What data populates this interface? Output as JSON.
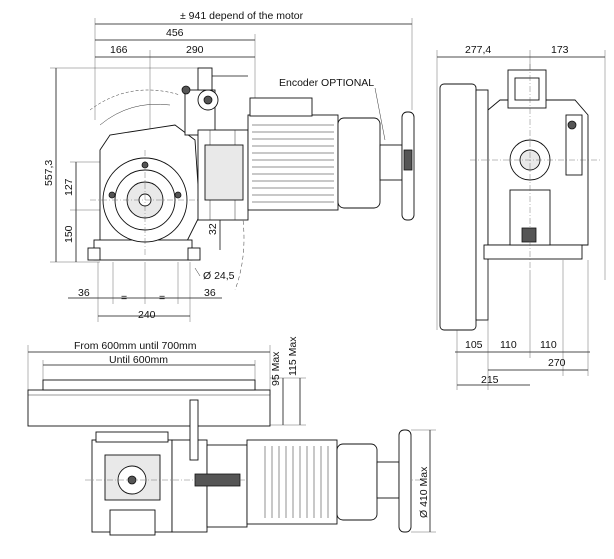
{
  "dimensions": {
    "overall_length": "± 941 depend of the motor",
    "width_456": "456",
    "width_166": "166",
    "width_290": "290",
    "height_557": "557,3",
    "height_127": "127",
    "height_150": "150",
    "height_32": "32",
    "shaft_dia": "Ø 24,5",
    "base_36_left": "36",
    "base_eq_1": "=",
    "base_eq_2": "=",
    "base_36_right": "36",
    "base_240": "240",
    "side_277": "277,4",
    "side_173": "173",
    "side_105": "105",
    "side_110_a": "110",
    "side_110_b": "110",
    "side_270": "270",
    "side_215": "215",
    "drum_range": "From 600mm until 700mm",
    "drum_until": "Until 600mm",
    "max_95": "95 Max",
    "max_115": "115 Max",
    "wheel_dia": "Ø 410 Max"
  },
  "labels": {
    "encoder": "Encoder OPTIONAL"
  }
}
